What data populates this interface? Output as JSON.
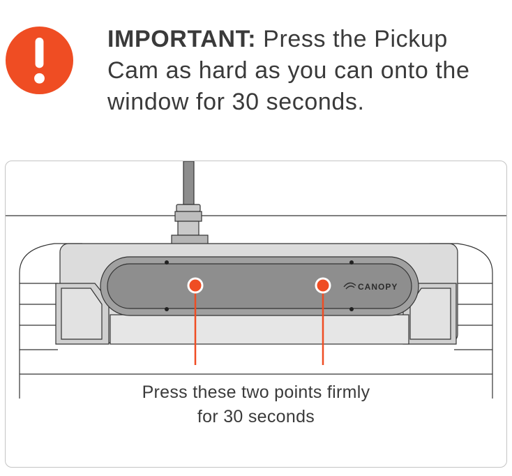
{
  "notice": {
    "icon": "exclamation-circle-icon",
    "accent_color": "#ef4d23",
    "label": "IMPORTANT:",
    "message": "Press the Pickup Cam as hard as you can onto the window for 30 seconds."
  },
  "illustration": {
    "brand_label": "CANOPY",
    "caption_line1": "Press these two points firmly",
    "caption_line2": "for 30 seconds",
    "press_point_color": "#ef4d23"
  }
}
